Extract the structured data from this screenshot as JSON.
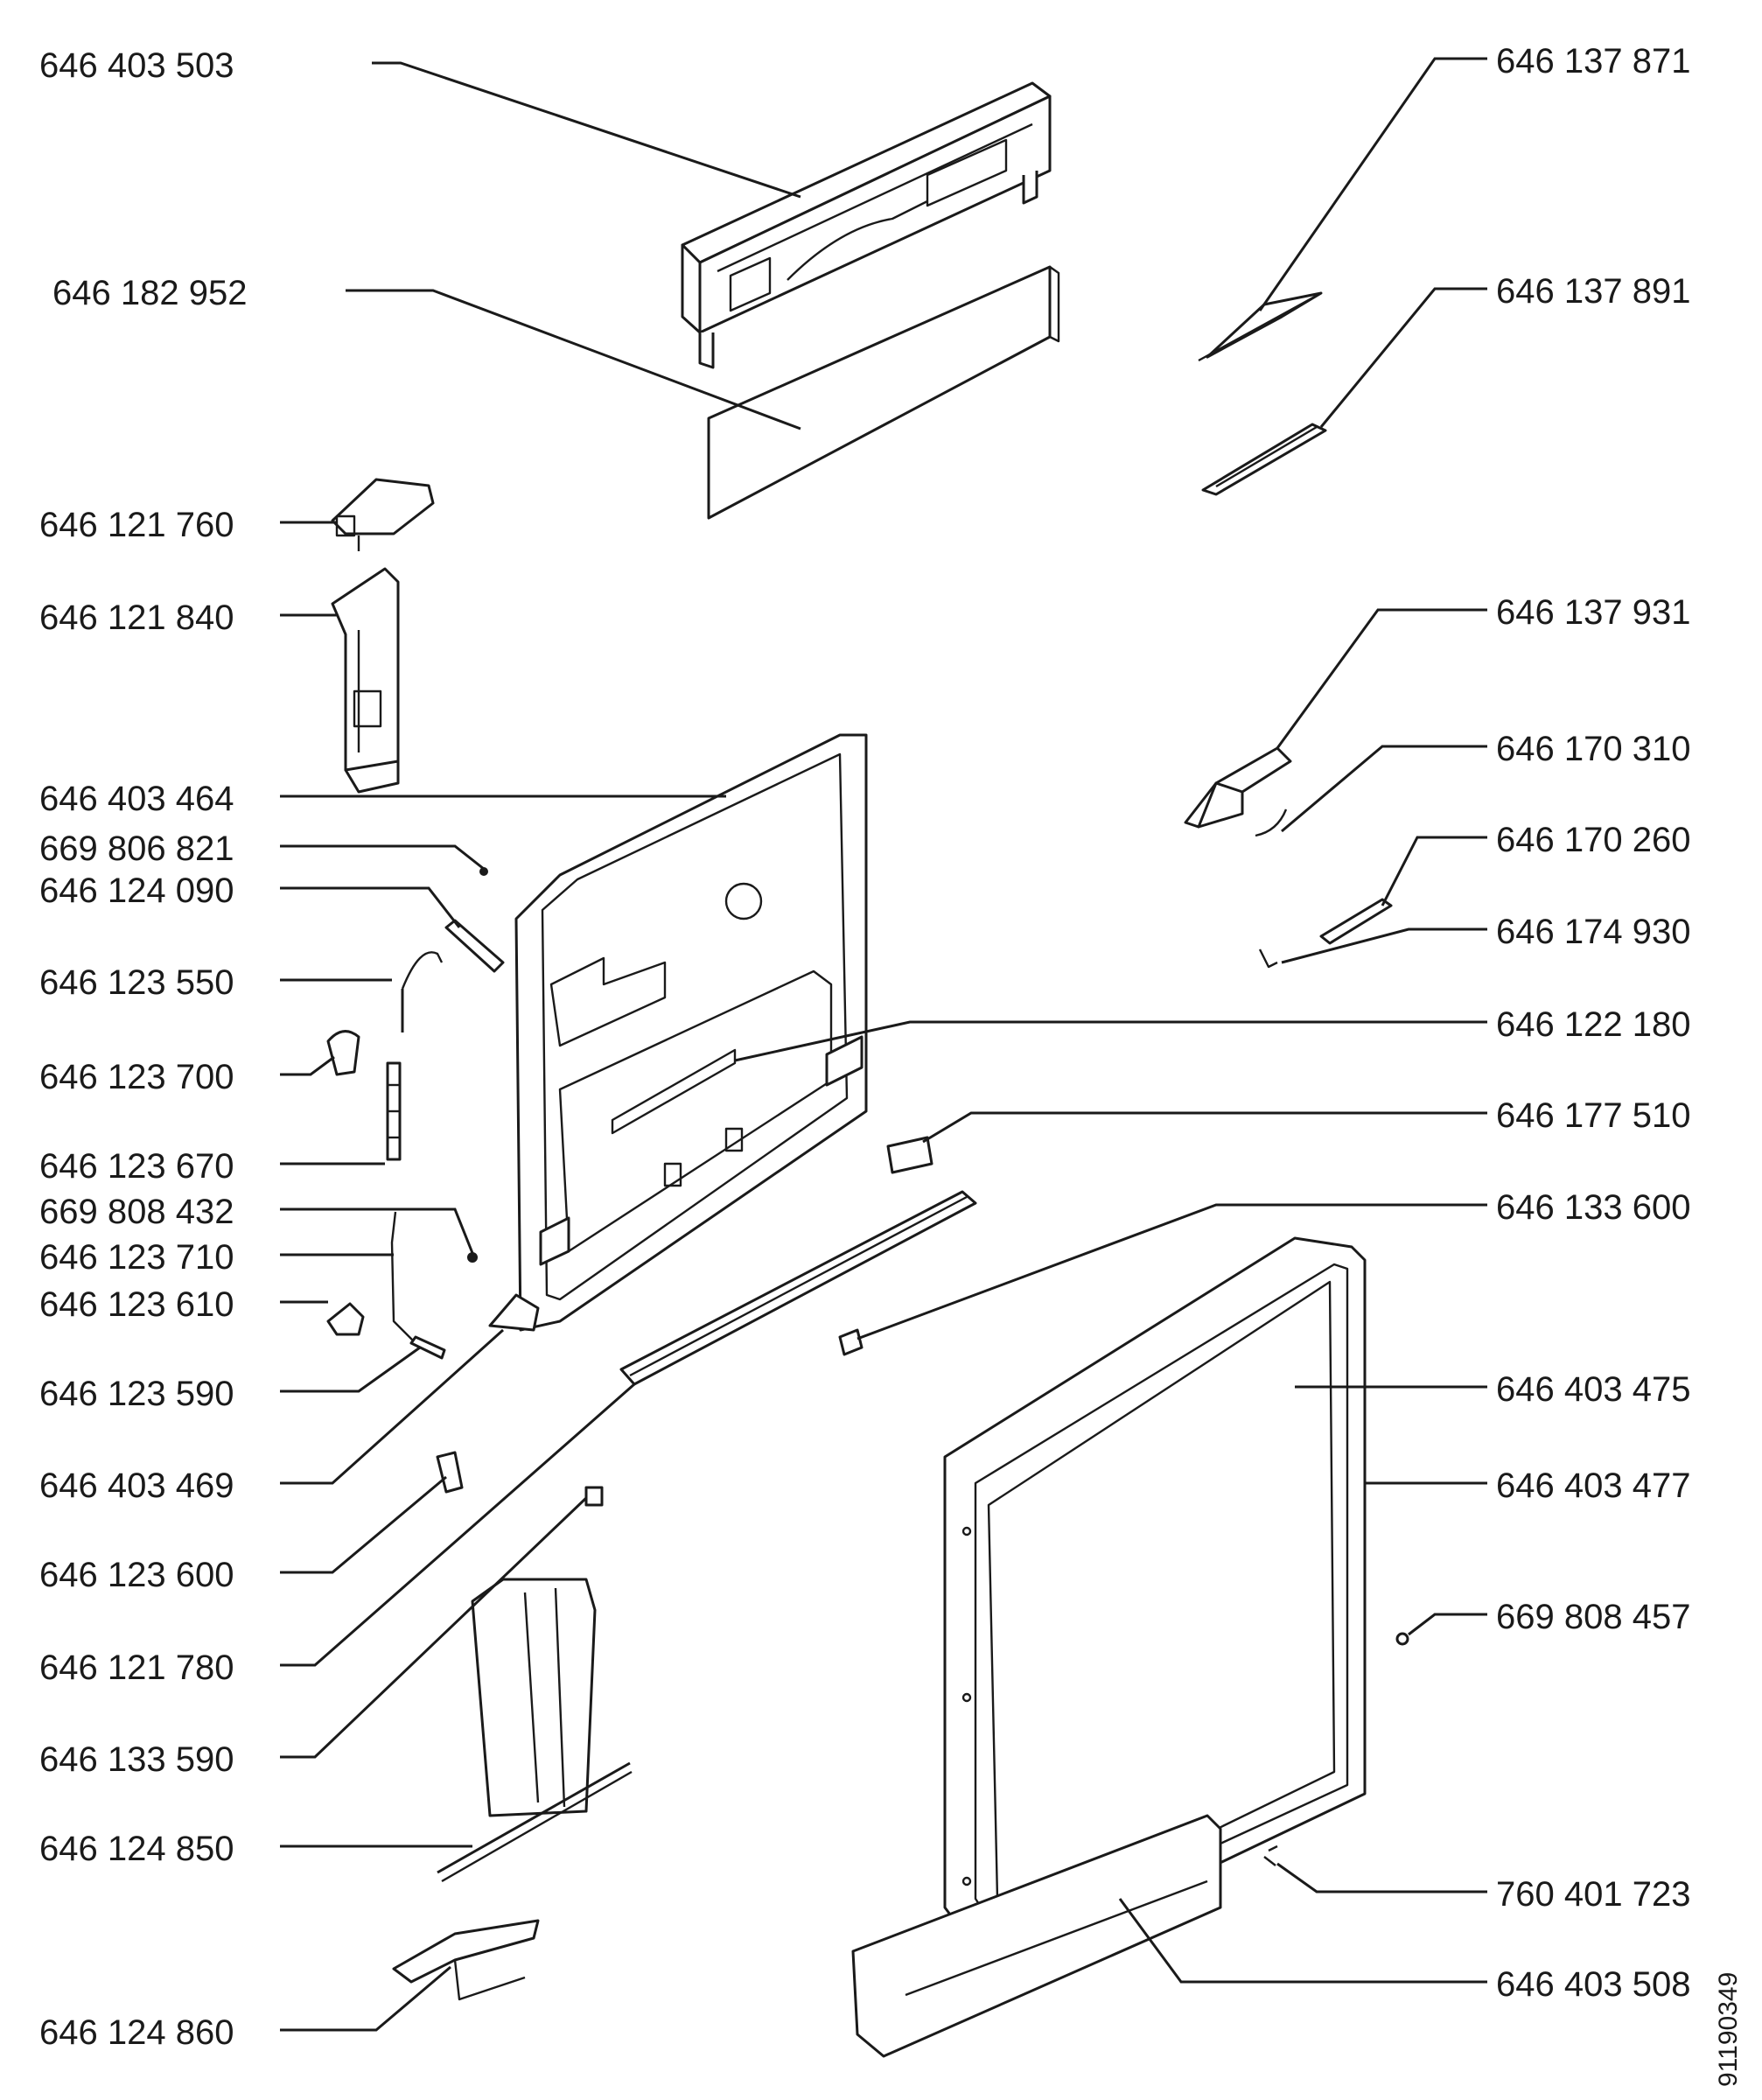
{
  "diagram": {
    "code": "91190349",
    "labels": [
      "646 403 503",
      "646 182 952",
      "646 121 760",
      "646 121 840",
      "646 403 464",
      "669 806 821",
      "646 124 090",
      "646 123 550",
      "646 123 700",
      "646 123 670",
      "669 808 432",
      "646 123 710",
      "646 123 610",
      "646 123 590",
      "646 403 469",
      "646 123 600",
      "646 121 780",
      "646 133 590",
      "646 124 850",
      "646 124 860",
      "646 137 871",
      "646 137 891",
      "646 137 931",
      "646 170 310",
      "646 170 260",
      "646 174 930",
      "646 122 180",
      "646 177 510",
      "646 133 600",
      "646 403 475",
      "646 403 477",
      "669 808 457",
      "760 401 723",
      "646 403 508"
    ]
  }
}
